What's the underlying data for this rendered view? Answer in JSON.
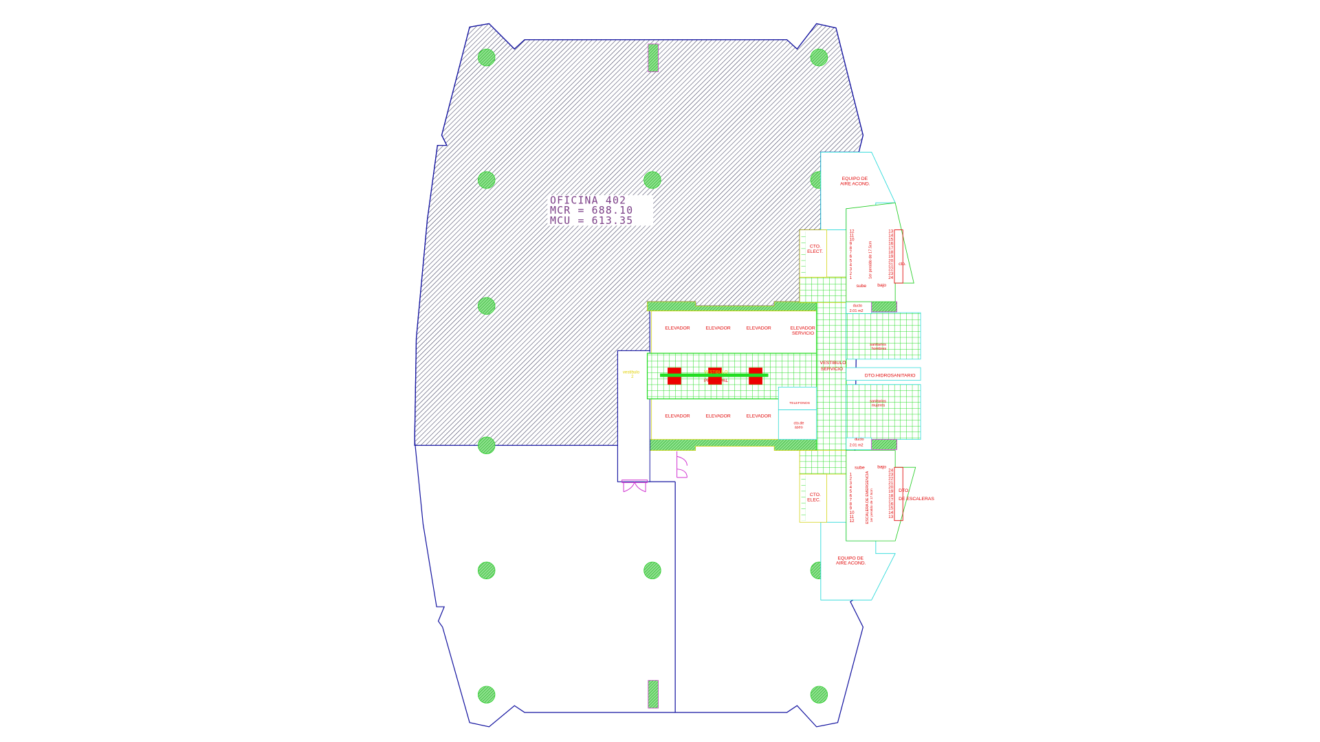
{
  "office": {
    "name": "OFICINA  402",
    "mcr": "MCR  =  688.10",
    "mcu": "MCU  =  613.35"
  },
  "core": {
    "elevators_top": [
      "ELEVADOR",
      "ELEVADOR",
      "ELEVADOR"
    ],
    "service_elevator": [
      "ELEVADOR",
      "SERVICIO"
    ],
    "elevators_bottom": [
      "ELEVADOR",
      "ELEVADOR",
      "ELEVADOR"
    ],
    "main_lobby": [
      "VESTIBULO",
      "PRINCIPAL"
    ],
    "service_lobby": [
      "VESTIBULO",
      "SERVICIO"
    ],
    "lobby_2": [
      "vestibulo",
      "2"
    ],
    "phones": "TELEFONOS",
    "cleaning": [
      "cto.de",
      "aseo"
    ],
    "plumbing": "DTO.HIDROSANITARIO",
    "men_restroom": [
      "sanitarios",
      "hombres"
    ],
    "women_restroom": [
      "sanitarios",
      "mujeres"
    ],
    "duct_top": [
      "ducto",
      "2.01 m2"
    ],
    "duct_bottom": [
      "ducto",
      "2.01 m2"
    ]
  },
  "north": {
    "ac": [
      "EQUIPO DE",
      "AIRE ACOND."
    ],
    "elec": [
      "CTO.",
      "ELECT."
    ],
    "stair_note": "1er peraldo de 17.5cm",
    "up": "sube",
    "down": "bajo",
    "shaft": "cto.",
    "steps_left": [
      "12",
      "11",
      "10",
      "9",
      "8",
      "7",
      "6",
      "5",
      "4",
      "3",
      "2",
      "1"
    ],
    "steps_right": [
      "13",
      "14",
      "15",
      "16",
      "17",
      "18",
      "19",
      "20",
      "21",
      "22",
      "23",
      "24"
    ]
  },
  "south": {
    "ac": [
      "EQUIPO DE",
      "AIRE ACOND."
    ],
    "elec": [
      "CTO.",
      "ELEC."
    ],
    "stair_note": [
      "ESCALERA DE EMERGENCIA",
      "1er peraldo de 17.5cm"
    ],
    "up": "sube",
    "down": "bajo",
    "shaft": [
      "DTO.",
      "DE ESCALERAS"
    ],
    "steps_left": [
      "1",
      "2",
      "3",
      "4",
      "5",
      "6",
      "7",
      "8",
      "9",
      "10",
      "11",
      "12"
    ],
    "steps_right": [
      "24",
      "23",
      "22",
      "21",
      "20",
      "19",
      "18",
      "17",
      "16",
      "15",
      "14",
      "13"
    ]
  },
  "colors": {
    "outline": "#1414a0",
    "hatch": "#3a3a5a",
    "structure": "#22cc22",
    "labels": "#e00000",
    "service": "#22d8d8",
    "doors": "#d030d0"
  }
}
